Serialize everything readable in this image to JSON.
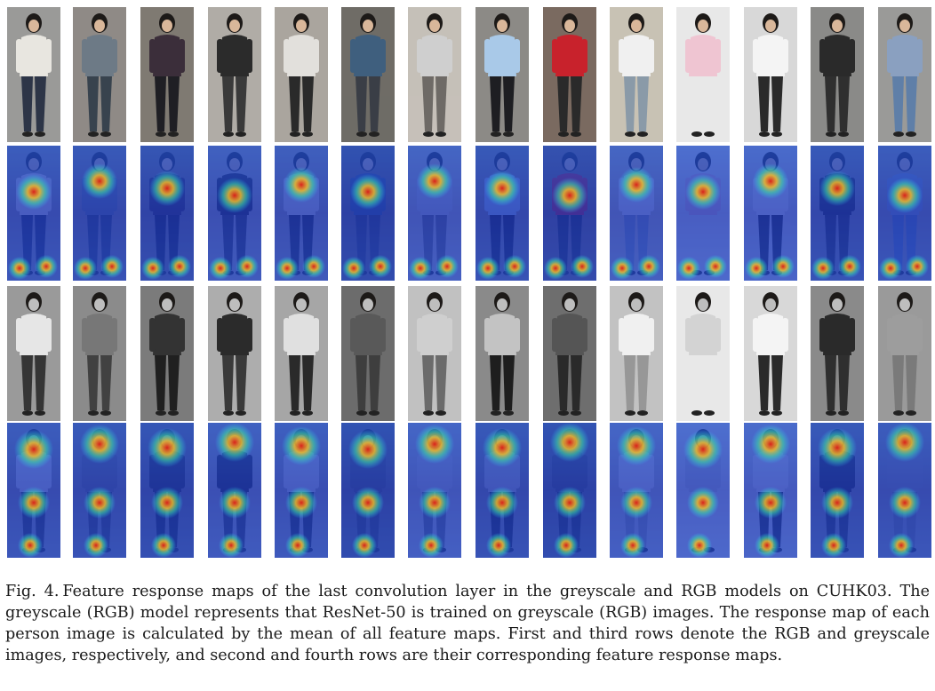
{
  "figure": {
    "label": "Fig. 4.",
    "caption": "Feature response maps of the last convolution layer in the greyscale and RGB models on CUHK03. The greyscale (RGB) model represents that ResNet-50 is trained on greyscale (RGB) images. The response map of each person image is calculated by the mean of all feature maps. First and third rows denote the RGB and greyscale images, respectively, and second and fourth rows are their corresponding feature response maps.",
    "rows": [
      {
        "kind": "rgb-image"
      },
      {
        "kind": "rgb-response-map"
      },
      {
        "kind": "greyscale-image"
      },
      {
        "kind": "greyscale-response-map"
      }
    ],
    "columns": 14,
    "colors": {
      "clothing": [
        "#e8e6e0",
        "#6d7a86",
        "#3b2e3a",
        "#2b2b2b",
        "#e2e0dc",
        "#3f5f7e",
        "#cfcfcf",
        "#a9c9e8",
        "#c8222c",
        "#f0f0f0",
        "#efc5d2",
        "#f4f4f4",
        "#2a2a2a",
        "#8aa0c0"
      ],
      "pants": [
        "#2d3547",
        "#38434e",
        "#1f1f24",
        "#3a3a3a",
        "#2a2a2a",
        "#3a3e46",
        "#6e6a66",
        "#1e1e22",
        "#2a2a2a",
        "#8a9aa8",
        "#e8e8e8",
        "#2a2a2a",
        "#2f2f2f",
        "#5f7fa8"
      ],
      "background": [
        "#9a9a98",
        "#8f8a86",
        "#7f7a72",
        "#b0aca6",
        "#aaa59e",
        "#6f6c66",
        "#c5c0b8",
        "#8c8a86",
        "#7a6a60",
        "#c8c2b4",
        "#e8e8e8",
        "#d8d8d8",
        "#8a8a88",
        "#9a9a98"
      ],
      "heatmap_low": "#1428b4",
      "heatmap_high": "#e01e14"
    }
  }
}
